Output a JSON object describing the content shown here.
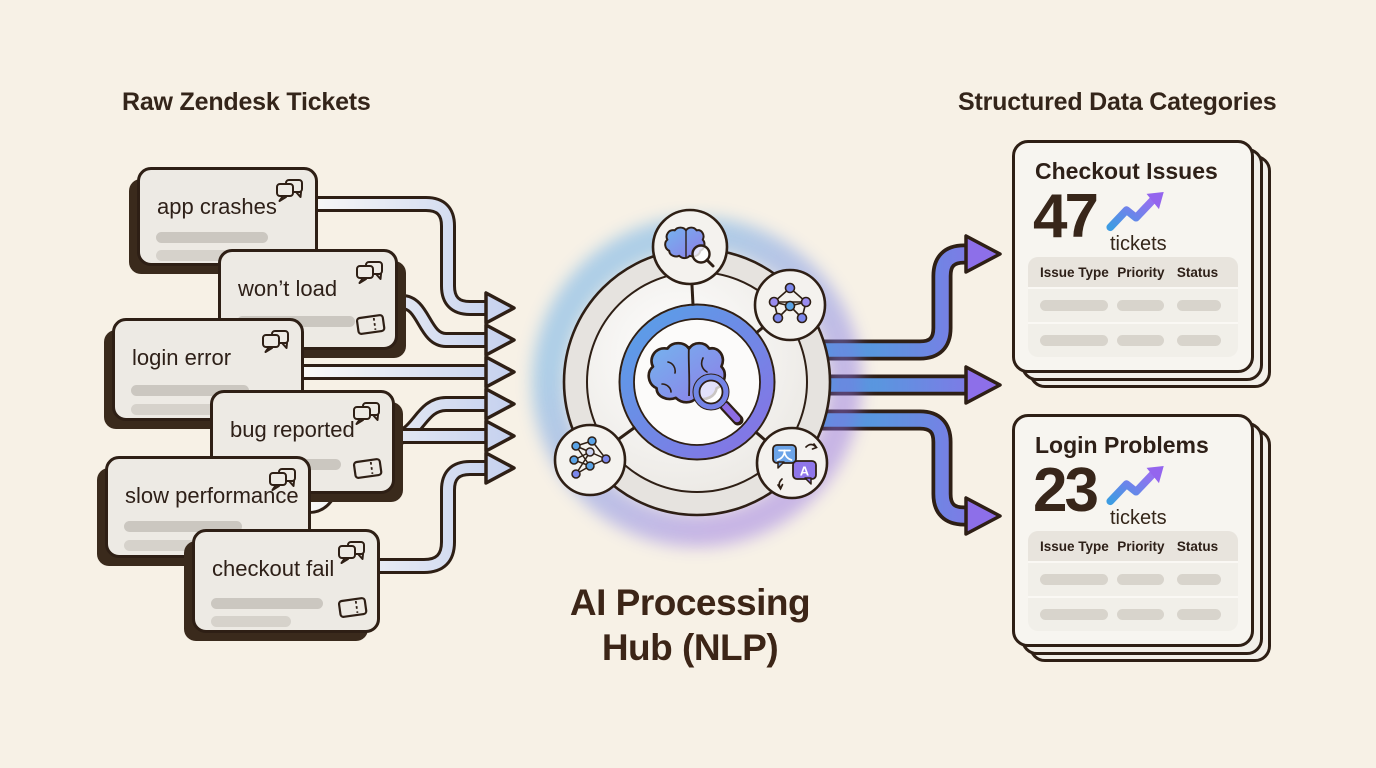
{
  "left_panel": {
    "heading": "Raw Zendesk Tickets",
    "tickets": [
      {
        "label": "app crashes"
      },
      {
        "label": "won’t load"
      },
      {
        "label": "login error"
      },
      {
        "label": "bug reported"
      },
      {
        "label": "slow performance"
      },
      {
        "label": "checkout fail"
      }
    ]
  },
  "hub": {
    "label_line1": "AI Processing",
    "label_line2": "Hub (NLP)",
    "icons": [
      "brain-magnifier-icon",
      "brain-search-icon",
      "graph-network-icon",
      "neural-network-icon",
      "translation-icon"
    ]
  },
  "right_panel": {
    "heading": "Structured Data Categories",
    "categories": [
      {
        "title": "Checkout Issues",
        "count": "47",
        "unit": "tickets",
        "trend": "up",
        "columns": [
          "Issue Type",
          "Priority",
          "Status"
        ]
      },
      {
        "title": "Login Problems",
        "count": "23",
        "unit": "tickets",
        "trend": "up",
        "columns": [
          "Issue Type",
          "Priority",
          "Status"
        ]
      }
    ]
  },
  "colors": {
    "background": "#f7f1e6",
    "ink": "#2e1f15",
    "arrow_light_start": "#fbfaf7",
    "arrow_light_end": "#c3cfee",
    "arrow_accent_start": "#4f9edd",
    "arrow_accent_end": "#8d6fe9",
    "trend_start": "#3d9ce2",
    "trend_end": "#9a6ef2"
  }
}
